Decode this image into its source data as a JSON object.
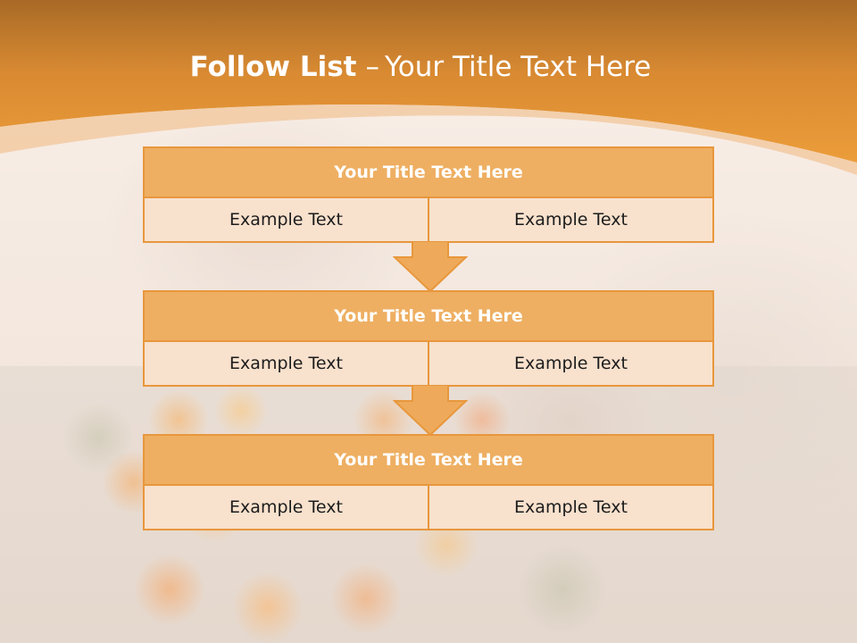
{
  "slide": {
    "title_bold": "Follow List",
    "title_separator": "–",
    "title_rest": "Your Title Text Here",
    "blocks": [
      {
        "title": "Your Title Text Here",
        "left": "Example Text",
        "right": "Example Text"
      },
      {
        "title": "Your Title Text Here",
        "left": "Example Text",
        "right": "Example Text"
      },
      {
        "title": "Your Title Text Here",
        "left": "Example Text",
        "right": "Example Text"
      }
    ]
  },
  "colors": {
    "header_orange": "#e99b38",
    "block_title_fill": "#eeaf62",
    "block_cell_fill": "#f8e1cd",
    "block_border": "#e8973c",
    "arrow_fill": "#eeaa5a"
  }
}
